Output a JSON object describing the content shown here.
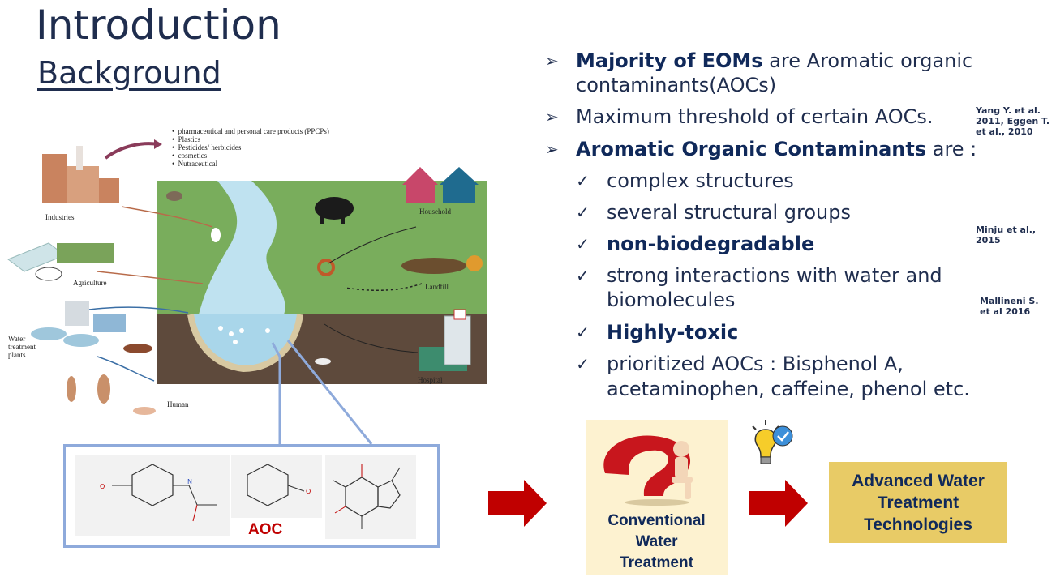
{
  "slide": {
    "title": "Introduction",
    "subtitle": "Background"
  },
  "bullets": [
    {
      "mark": "➢",
      "bold": "Majority of EOMs",
      "rest": " are Aromatic organic",
      "line2": "contaminants(AOCs)"
    },
    {
      "mark": "➢",
      "text": "Maximum threshold of certain AOCs."
    },
    {
      "mark": "➢",
      "bold": "Aromatic Organic Contaminants",
      "rest": " are :"
    },
    {
      "mark": "✓",
      "text": "complex structures"
    },
    {
      "mark": "✓",
      "text": "several structural groups"
    },
    {
      "mark": "✓",
      "bold": "non-biodegradable"
    },
    {
      "mark": "✓",
      "text": "strong interactions with water and",
      "line2": "biomolecules"
    },
    {
      "mark": "✓",
      "bold": "Highly-toxic"
    },
    {
      "mark": "✓",
      "text": "prioritized AOCs : Bisphenol A,",
      "line2": "acetaminophen, caffeine, phenol etc."
    }
  ],
  "citations": [
    {
      "line1": "Yang Y. et al.",
      "line2": "2011, Eggen T.",
      "line3": "et al., 2010"
    },
    {
      "line1": "Minju et al.,",
      "line2": "2015"
    },
    {
      "line1": "Mallineni S.",
      "line2": "et al 2016"
    }
  ],
  "illustration": {
    "legend_items": [
      "pharmaceutical and personal care products (PPCPs)",
      "Plastics",
      "Pesticides/ herbicides",
      "cosmetics",
      "Nutraceutical"
    ],
    "labels": {
      "industries": "Industries",
      "agriculture": "Agriculture",
      "water_treatment_1": "Water",
      "water_treatment_2": "treatment",
      "water_treatment_3": "plants",
      "human": "Human",
      "household": "Household",
      "landfill": "Landfill",
      "hospital": "Hospital"
    }
  },
  "molecules": {
    "aoc_label": "AOC"
  },
  "flow": {
    "conventional_line1": "Conventional",
    "conventional_line2": "Water",
    "conventional_line3": "Treatment",
    "advanced_line1": "Advanced Water",
    "advanced_line2": "Treatment",
    "advanced_line3": "Technologies"
  },
  "colors": {
    "text_navy": "#1f2d4e",
    "arrow_red": "#c00000",
    "gold": "#e8cb66",
    "cream": "#fdf2d0",
    "aoc_red": "#c00000",
    "frame_blue": "#8eaadb"
  }
}
